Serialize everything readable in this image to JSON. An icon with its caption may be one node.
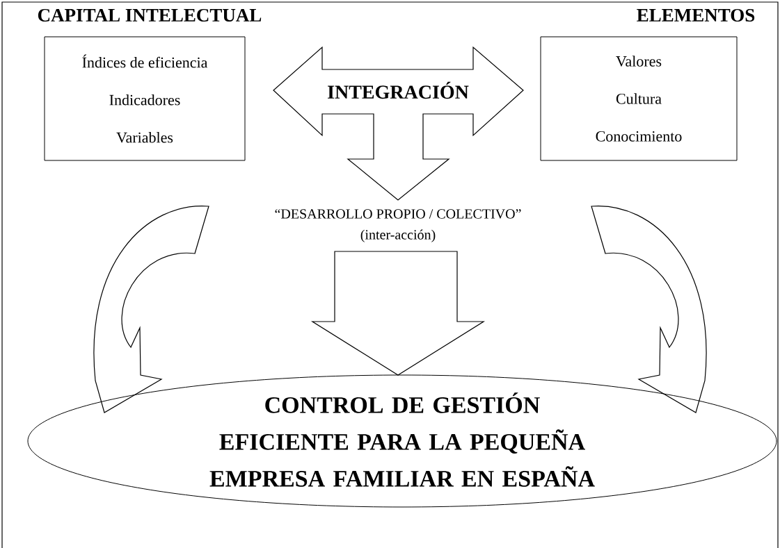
{
  "diagram": {
    "nodes": [
      {
        "text": [
          "CAPITAL INTELECTUAL",
          "Índices de eficiencia",
          "Indicadores",
          "Variables"
        ]
      },
      {
        "text": [
          "ELEMENTOS",
          "Valores",
          "Cultura",
          "Conocimiento"
        ]
      },
      {
        "text": [
          "“DESARROLLO PROPIO / COLECTIVO”",
          "(inter-acción)"
        ]
      },
      {
        "text": [
          "CONTROL DE GESTIÓN EFICIENTE PARA LA PEQUEÑA EMPRESA FAMILIAR EN ESPAÑA"
        ]
      }
    ],
    "edges": [
      {
        "from": 0,
        "to": 2,
        "arrow": "both",
        "label": "INTEGRACIÓN"
      },
      {
        "from": 1,
        "to": 2,
        "arrow": "both"
      },
      {
        "from": 0,
        "to": 3,
        "arrow": "to"
      },
      {
        "from": 1,
        "to": 3,
        "arrow": "to"
      },
      {
        "from": 2,
        "to": 3,
        "arrow": "to"
      }
    ]
  }
}
